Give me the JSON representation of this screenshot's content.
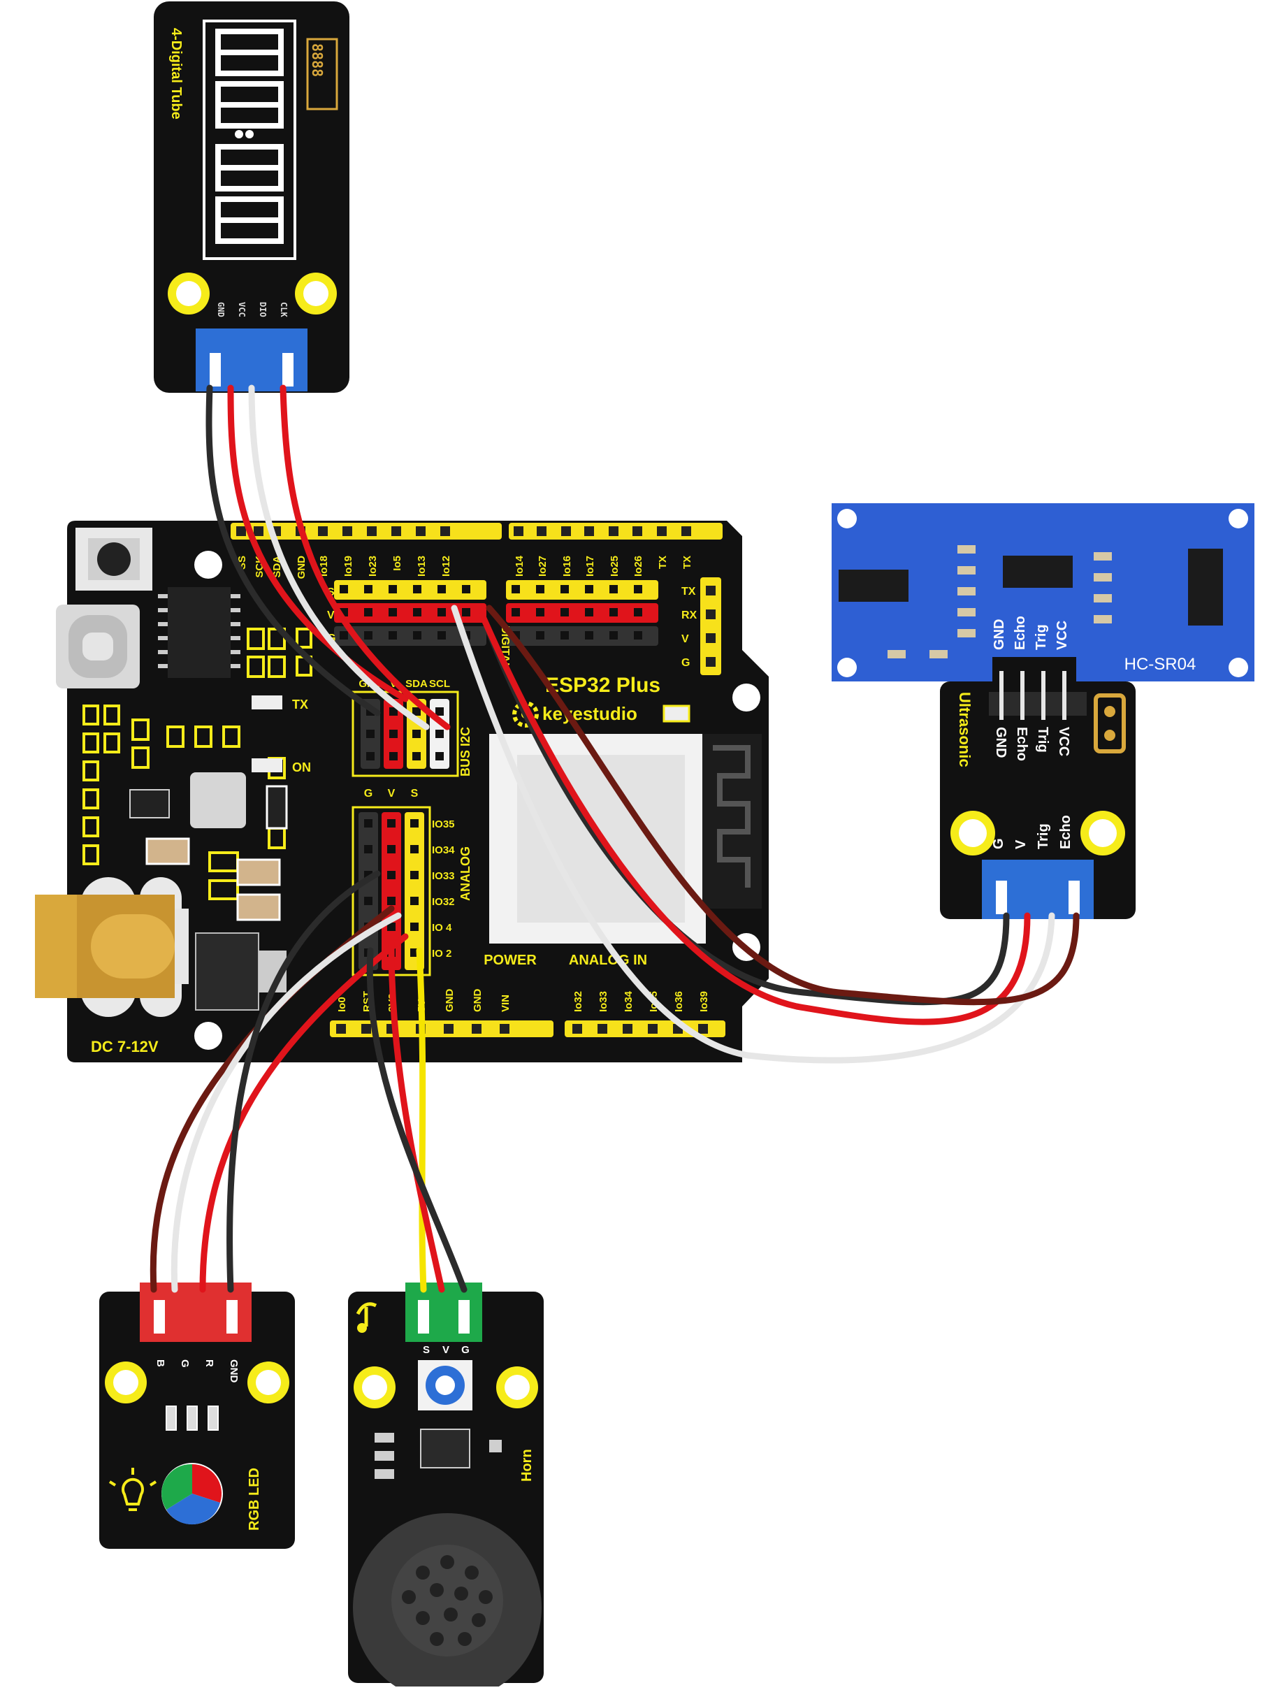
{
  "colors": {
    "board": "#111111",
    "header_yellow": "#f7e11b",
    "wire_black": "#2b2b2b",
    "wire_red": "#e0141b",
    "wire_white": "#e6e6e6",
    "wire_brown": "#6b1a12",
    "wire_yellow": "#f5e400",
    "hcsr04_blue": "#2e5fd3",
    "connector_blue": "#2d6fd6",
    "connector_red": "#e03030",
    "connector_green": "#1ea94a",
    "pad_yellow": "#f6ec1a",
    "gold": "#d9a83c"
  },
  "tube": {
    "title": "4-Digital Tube",
    "mini_digits": "8888",
    "pins": [
      "GND",
      "VCC",
      "DIO",
      "CLK"
    ]
  },
  "board": {
    "name": "ESP32 Plus",
    "brand": "keyestudio",
    "top_pins": [
      "SS",
      "SCK",
      "SDA",
      "GND",
      "Io18",
      "Io19",
      "Io23",
      "Io5",
      "Io13",
      "Io12",
      "Io14",
      "Io27",
      "Io16",
      "Io17",
      "Io25",
      "Io26",
      "TX",
      "TX"
    ],
    "row_s": "S",
    "row_v": "V",
    "row_g": "G",
    "serial_labels": [
      "TX",
      "RX",
      "V",
      "G"
    ],
    "i2c_labels": [
      "GND",
      "V",
      "SDA",
      "SCL"
    ],
    "bus_label": "BUS I2C",
    "analog_head": [
      "G",
      "V",
      "S"
    ],
    "analog_pins": [
      "IO35",
      "IO34",
      "IO33",
      "IO32",
      "IO 4",
      "IO 2"
    ],
    "analog_side": "ANALOG",
    "power_label": "POWER",
    "analog_in_label": "ANALOG IN",
    "power_pins": [
      "Io0",
      "RST",
      "3V3",
      "5V",
      "GND",
      "GND",
      "VIN"
    ],
    "analog_in_pins": [
      "Io32",
      "Io33",
      "Io34",
      "Io35",
      "Io36",
      "Io39"
    ],
    "digital_label": "DIGITAL",
    "tx_led": "TX",
    "on_led": "ON",
    "dc_label": "DC 7-12V"
  },
  "hcsr04": {
    "model": "HC-SR04",
    "pins": [
      "GND",
      "Echo",
      "Trig",
      "VCC"
    ]
  },
  "ultra_adapter": {
    "pins": [
      "GND",
      "Echo",
      "Trig",
      "VCC"
    ],
    "title": "Ultrasonic",
    "bottom_pins": [
      "G",
      "V",
      "Trig",
      "Echo"
    ]
  },
  "rgb": {
    "pins": [
      "B",
      "G",
      "R",
      "GND"
    ],
    "title": "RGB LED"
  },
  "horn": {
    "pins": [
      "S",
      "V",
      "G"
    ],
    "title": "Horn"
  }
}
